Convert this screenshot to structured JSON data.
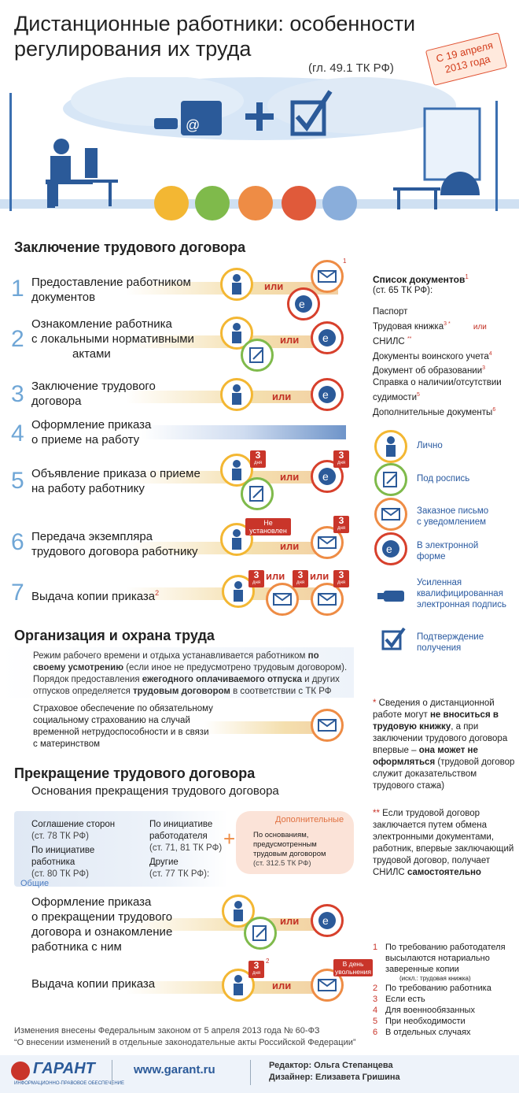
{
  "header": {
    "title_line1": "Дистанционные работники: особенности",
    "title_line2": "регулирования их труда",
    "subtitle": "(гл. 49.1 ТК РФ)",
    "stamp_line1": "С 19 апреля",
    "stamp_line2": "2013 года"
  },
  "contract": {
    "heading": "Заключение трудового договора",
    "steps": [
      {
        "num": "1",
        "line1": "Предоставление работником",
        "line2": "документов",
        "line3": ""
      },
      {
        "num": "2",
        "line1": "Ознакомление работника",
        "line2": "с локальными  нормативными",
        "line3": "актами"
      },
      {
        "num": "3",
        "line1": "Заключение трудового",
        "line2": "договора",
        "line3": ""
      },
      {
        "num": "4",
        "line1": "Оформление приказа",
        "line2": "о приеме на работу",
        "line3": ""
      },
      {
        "num": "5",
        "line1": "Объявление приказа о приеме",
        "line2": "на работу работнику",
        "line3": ""
      },
      {
        "num": "6",
        "line1": "Передача экземпляра",
        "line2": "трудового договора работнику",
        "line3": ""
      },
      {
        "num": "7",
        "line1": "Выдача копии приказа",
        "line2": "",
        "line3": ""
      }
    ],
    "or_label": "или",
    "days_num": "3",
    "days_word": "дня",
    "sup1": "1",
    "sup2": "2",
    "not_set_line1": "Не",
    "not_set_line2": "установлен"
  },
  "documents": {
    "title": "Список документов",
    "title_sup": "1",
    "ref": "(ст. 65 ТК РФ):",
    "items": [
      {
        "text": "Паспорт",
        "sup": ""
      },
      {
        "text": "Трудовая книжка",
        "sup": "3 *"
      },
      {
        "text": "СНИЛС",
        "sup": "**"
      },
      {
        "text": "Документы воинского учета",
        "sup": "4"
      },
      {
        "text": "Документ об образовании",
        "sup": "3"
      },
      {
        "text": "Справка о наличии/отсутствии судимости",
        "sup": "5"
      },
      {
        "text": "Дополнительные документы",
        "sup": "6"
      }
    ],
    "or_label": "или"
  },
  "legend": [
    {
      "icon": "person-icon",
      "label": "Лично"
    },
    {
      "icon": "signature-icon",
      "label": "Под роспись"
    },
    {
      "icon": "envelope-icon",
      "label": "Заказное письмо с уведомлением"
    },
    {
      "icon": "email-icon",
      "label": "В электронной форме"
    },
    {
      "icon": "usb-key-icon",
      "label": "Усиленная квалифицированная электронная подпись"
    },
    {
      "icon": "checkmark-icon",
      "label": "Подтверждение получения"
    }
  ],
  "safety": {
    "heading": "Организация и охрана труда",
    "p1a": "Режим рабочего времени и отдыха устанавливается работником ",
    "p1b": "по своему усмотрению",
    "p1c": " (если иное не предусмотрено трудовым договором).",
    "p2a": "Порядок предоставления ",
    "p2b": "ежегодного оплачиваемого отпуска",
    "p2c": " и других отпусков определяется ",
    "p2d": "трудовым договором",
    "p2e": " в соответствии с ТК РФ",
    "insurance_line1": "Страховое обеспечение по обязательному",
    "insurance_line2": "социальному страхованию на случай",
    "insurance_line3": "временной нетрудоспособности и в связи",
    "insurance_line4": "с материнством"
  },
  "notes": {
    "star1a": "* ",
    "star1b": "Сведения о дистанционной работе могут ",
    "star1c": "не вноситься в трудовую книжку",
    "star1d": ", а при заключении трудового договора впервые – ",
    "star1e": "она может не оформляться",
    "star1f": " (трудовой договор служит доказательством трудового стажа)",
    "star2a": "** ",
    "star2b": "Если трудовой договор заключается путем обмена электронными документами, работник, впервые заключающий трудовой договор,  получает СНИЛС ",
    "star2c": "самостоятельно"
  },
  "termination": {
    "heading": "Прекращение трудового договора",
    "subheading": "Основания прекращения трудового договора",
    "agreement": "Соглашение сторон",
    "agreement_ref": "(ст. 78 ТК РФ)",
    "employee": "По инициативе работника",
    "employee_ref": "(ст. 80 ТК РФ)",
    "employer": "По инициативе работодателя",
    "employer_ref": "(ст. 71, 81 ТК РФ)",
    "other": "Другие",
    "other_ref": "(ст. 77 ТК РФ):",
    "general_label": "Общие",
    "additional_label": "Дополнительные",
    "additional_text": "По основаниям, предусмотренным трудовым договором",
    "additional_ref": "(ст. 312.5 ТК РФ)",
    "plus": "+",
    "step1_line1": "Оформление приказа",
    "step1_line2": "о прекращении трудового",
    "step1_line3": "договора и ознакомление",
    "step1_line4": "работника с ним",
    "step2": "Выдача копии приказа",
    "dismissal_line1": "В день",
    "dismissal_line2": "увольнения"
  },
  "footnotes": [
    {
      "num": "1",
      "text": "По требованию работодателя высылаются нотариально заверенные копии"
    },
    {
      "num": "",
      "text": "(искл.: трудовая книжка)"
    },
    {
      "num": "2",
      "text": "По требованию работника"
    },
    {
      "num": "3",
      "text": "Если есть"
    },
    {
      "num": "4",
      "text": "Для военнообязанных"
    },
    {
      "num": "5",
      "text": "При необходимости"
    },
    {
      "num": "6",
      "text": "В отдельных случаях"
    }
  ],
  "law": {
    "line1": "Изменения внесены Федеральным законом от 5 апреля 2013 года № 60-ФЗ",
    "line2": "“О внесении изменений в отдельные законодательные акты Российской Федерации”"
  },
  "footer": {
    "logo": "ГАРАНТ",
    "logo_sub": "ИНФОРМАЦИОННО-ПРАВОВОЕ ОБЕСПЕЧЕНИЕ",
    "url": "www.garant.ru",
    "editor": "Редактор: Ольга Степанцева",
    "designer": "Дизайнер: Елизавета Гришина"
  },
  "colors": {
    "accent_blue": "#2a5aa0",
    "step_number": "#6fa6d6",
    "red": "#c9352a",
    "yellow_ring": "#f3b733",
    "green_ring": "#7fba4b",
    "orange_ring": "#ee8c45"
  }
}
